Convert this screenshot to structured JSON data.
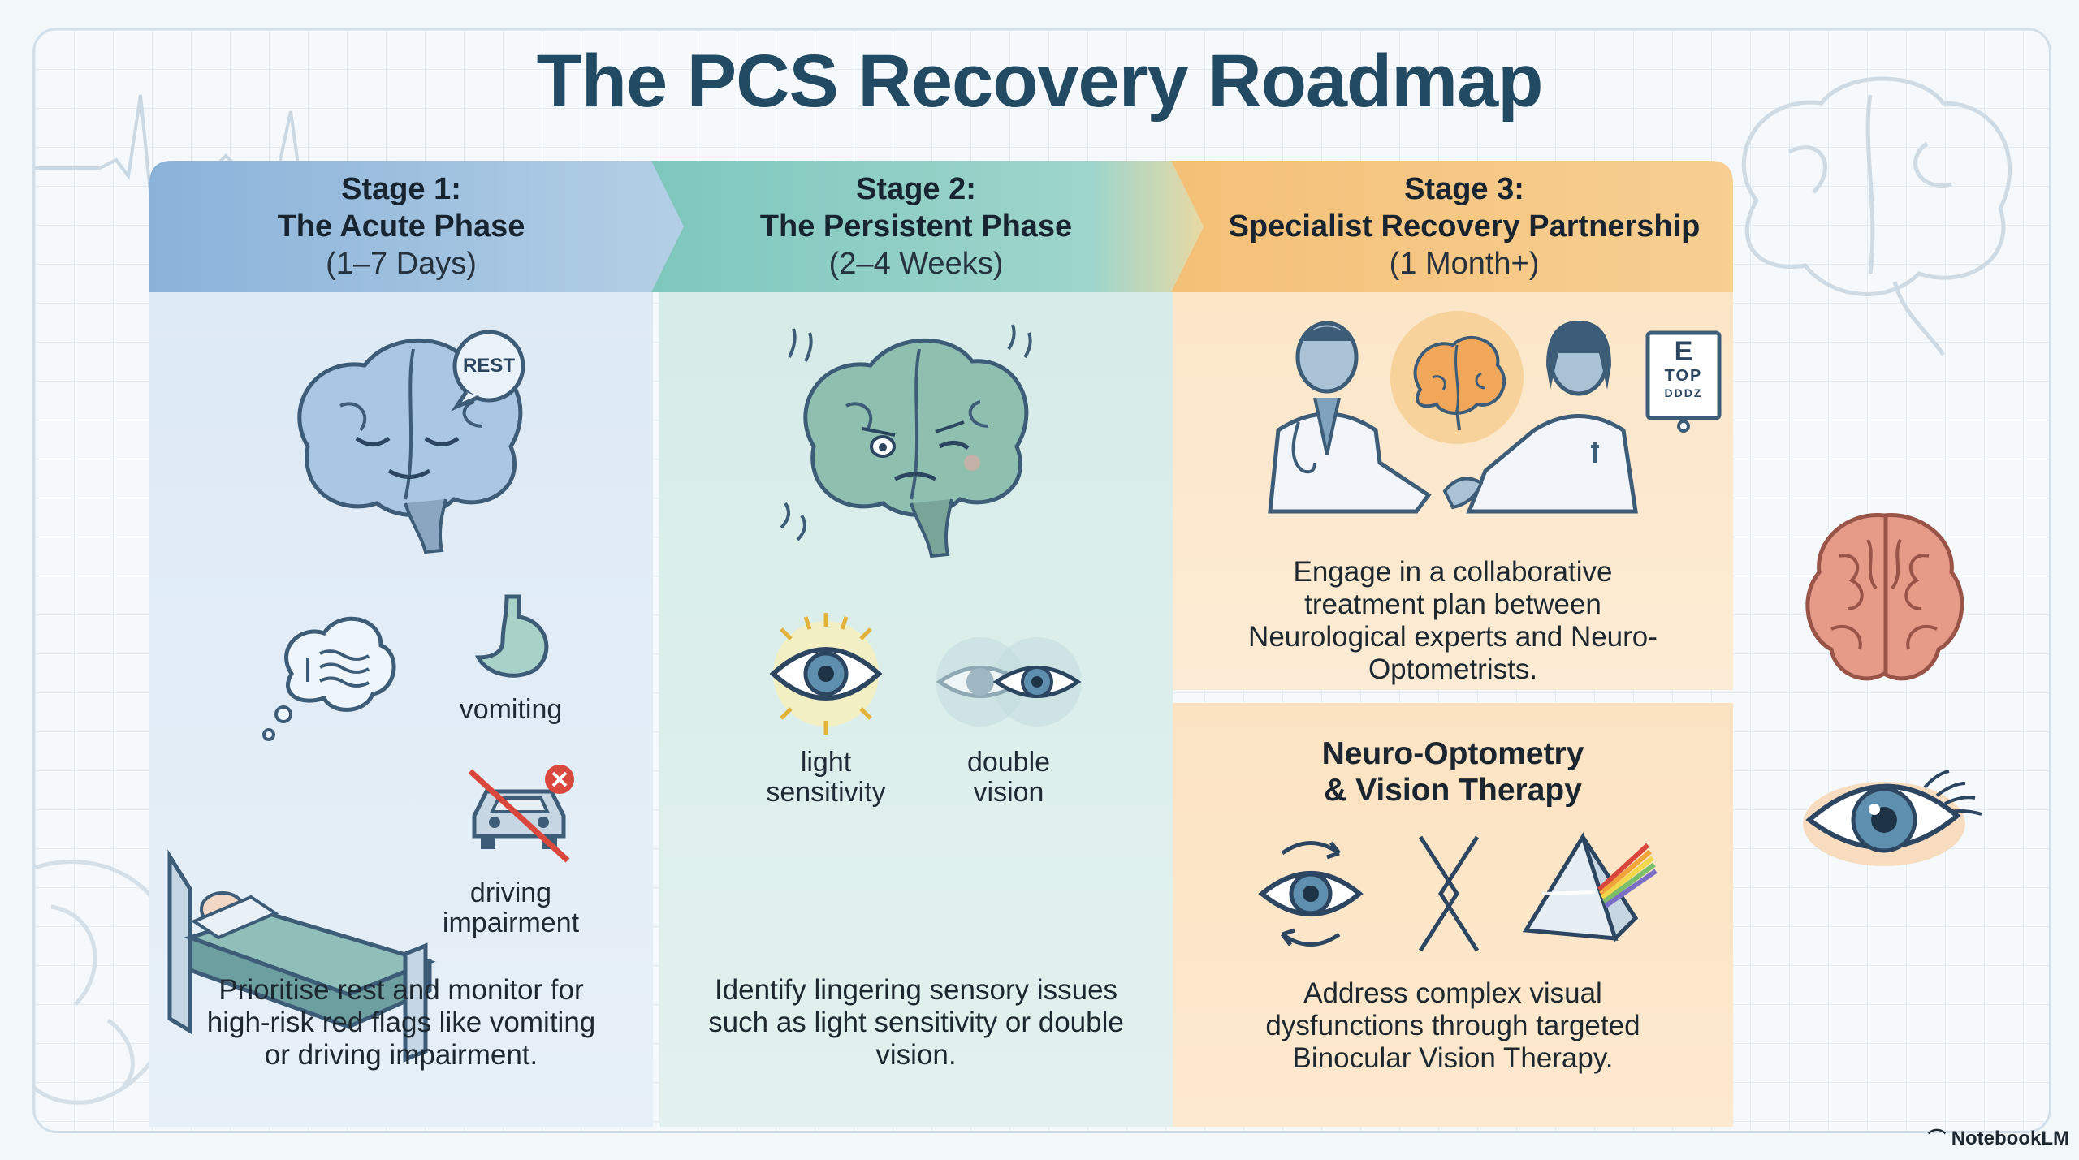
{
  "title": "The PCS Recovery Roadmap",
  "colors": {
    "stage1": "#7fa9d3",
    "stage2": "#7cc8bb",
    "stage3": "#f6c987",
    "title": "#234a63"
  },
  "stages": [
    {
      "heading": "Stage 1:",
      "name": "The Acute Phase",
      "duration": "(1–7 Days)",
      "bubble": "REST",
      "symptoms": [
        "vomiting",
        "driving impairment"
      ],
      "description": "Prioritise rest and monitor for high-risk red flags like vomiting or driving impairment."
    },
    {
      "heading": "Stage 2:",
      "name": "The Persistent Phase",
      "duration": "(2–4 Weeks)",
      "symptoms": [
        "light sensitivity",
        "double vision"
      ],
      "description": "Identify lingering sensory issues such as light sensitivity or double vision."
    },
    {
      "heading": "Stage 3:",
      "name": "Specialist Recovery Partnership",
      "duration": "(1 Month+)",
      "eye_chart": [
        "E",
        "TOP",
        "DDDZ"
      ],
      "description": "Engage in a collaborative treatment plan between Neurological experts and Neuro-Optometrists.",
      "subsection": {
        "title": "Neuro-Optometry & Vision Therapy",
        "description": "Address complex visual dysfunctions through targeted Binocular Vision Therapy."
      }
    }
  ],
  "footer": "NotebookLM"
}
